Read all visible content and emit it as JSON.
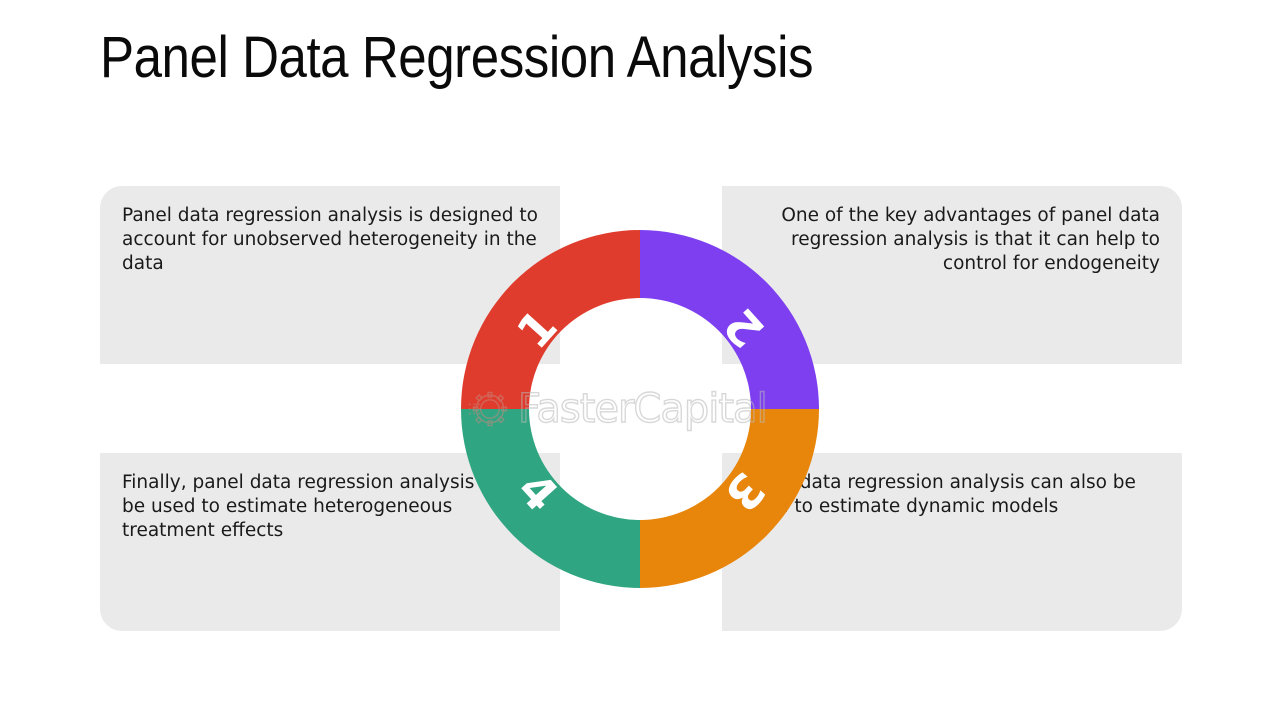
{
  "slide": {
    "title": "Panel Data Regression Analysis",
    "background_color": "#ffffff",
    "card_color": "#eaeaea",
    "text_color": "#1a1a1a"
  },
  "cards": [
    {
      "id": "top-left",
      "number": "1",
      "accent_color": "#E03C2D",
      "text": "Panel data regression analysis is designed to account for unobserved heterogeneity in the data"
    },
    {
      "id": "top-right",
      "number": "2",
      "accent_color": "#7D3FF0",
      "text": "One of the key advantages of panel data regression analysis is that it can help to control for endogeneity"
    },
    {
      "id": "bottom-right",
      "number": "3",
      "accent_color": "#E8860C",
      "text": "Panel data regression analysis can also be used to estimate dynamic models"
    },
    {
      "id": "bottom-left",
      "number": "4",
      "accent_color": "#30A582",
      "text": "Finally, panel data regression analysis can be used to estimate heterogeneous treatment effects"
    }
  ],
  "donut": {
    "segments": [
      {
        "label": "1",
        "color": "#E03C2D",
        "quadrant": "top-left",
        "value": 25
      },
      {
        "label": "2",
        "color": "#7D3FF0",
        "quadrant": "top-right",
        "value": 25
      },
      {
        "label": "3",
        "color": "#E8860C",
        "quadrant": "bottom-right",
        "value": 25
      },
      {
        "label": "4",
        "color": "#30A582",
        "quadrant": "bottom-left",
        "value": 25
      }
    ],
    "center_color": "#ffffff"
  },
  "watermark": {
    "text": "FasterCapital",
    "icon": "gear-icon",
    "color": "#b9b9b9"
  }
}
